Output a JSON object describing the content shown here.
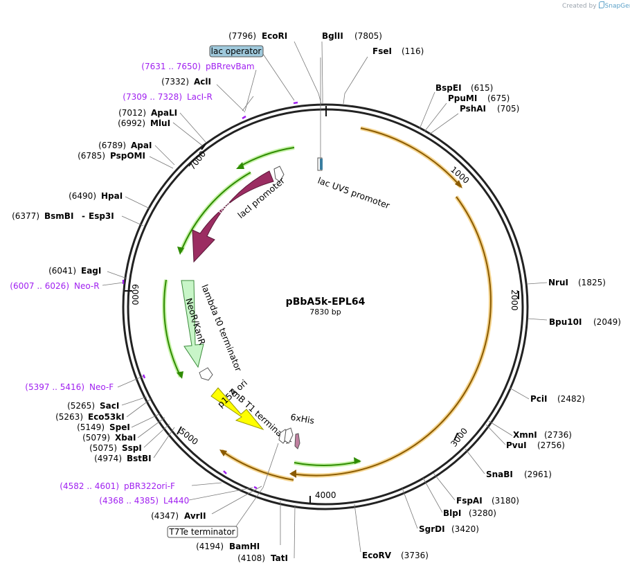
{
  "credit": {
    "prefix": "Created by",
    "brand": "SnapGene"
  },
  "plasmid": {
    "name": "pBbA5k-EPL64",
    "length_label": "7830 bp"
  },
  "ticks": [
    "1000",
    "2000",
    "3000",
    "4000",
    "5000",
    "6000",
    "7000"
  ],
  "features": {
    "lacI": "lacI",
    "lacI_promoter": "lacI promoter",
    "lacUV5_promoter": "lac UV5 promoter",
    "neoR": "NeoR/KanR",
    "lambda_t0": "lambda t0 terminator",
    "rrnB_T1": "rrnB T1 terminator",
    "p15A_ori": "p15A ori",
    "his6": "6xHis"
  },
  "boxed_labels": {
    "lac_operator": "lac operator",
    "t7te_terminator": "T7Te terminator"
  },
  "sites": {
    "ecori": {
      "name": "EcoRI",
      "pos": "(7796)"
    },
    "bglii": {
      "name": "BglII",
      "pos": "(7805)"
    },
    "fsei": {
      "name": "FseI",
      "pos": "(116)"
    },
    "acli": {
      "name": "AclI",
      "pos": "(7332)"
    },
    "apali": {
      "name": "ApaLI",
      "pos": "(7012)"
    },
    "mlui": {
      "name": "MluI",
      "pos": "(6992)"
    },
    "apai": {
      "name": "ApaI",
      "pos": "(6789)"
    },
    "pspomi": {
      "name": "PspOMI",
      "pos": "(6785)"
    },
    "hpai": {
      "name": "HpaI",
      "pos": "(6490)"
    },
    "bsmbi": {
      "name": "BsmBI",
      "pos": "(6377)",
      "extra": "Esp3I"
    },
    "eagi": {
      "name": "EagI",
      "pos": "(6041)"
    },
    "bspei": {
      "name": "BspEI",
      "pos": "(615)"
    },
    "ppumi": {
      "name": "PpuMI",
      "pos": "(675)"
    },
    "pshai": {
      "name": "PshAI",
      "pos": "(705)"
    },
    "nrui": {
      "name": "NruI",
      "pos": "(1825)"
    },
    "bpu10i": {
      "name": "Bpu10I",
      "pos": "(2049)"
    },
    "pcii": {
      "name": "PciI",
      "pos": "(2482)"
    },
    "xmni": {
      "name": "XmnI",
      "pos": "(2736)"
    },
    "pvui": {
      "name": "PvuI",
      "pos": "(2756)"
    },
    "snabi": {
      "name": "SnaBI",
      "pos": "(2961)"
    },
    "fspai": {
      "name": "FspAI",
      "pos": "(3180)"
    },
    "blpi": {
      "name": "BlpI",
      "pos": "(3280)"
    },
    "sgrdi": {
      "name": "SgrDI",
      "pos": "(3420)"
    },
    "ecorv": {
      "name": "EcoRV",
      "pos": "(3736)"
    },
    "tati": {
      "name": "TatI",
      "pos": "(4108)"
    },
    "bamhi": {
      "name": "BamHI",
      "pos": "(4194)"
    },
    "avrii": {
      "name": "AvrII",
      "pos": "(4347)"
    },
    "saci": {
      "name": "SacI",
      "pos": "(5265)"
    },
    "eco53ki": {
      "name": "Eco53kI",
      "pos": "(5263)"
    },
    "spei": {
      "name": "SpeI",
      "pos": "(5149)"
    },
    "xbai": {
      "name": "XbaI",
      "pos": "(5079)"
    },
    "sspi": {
      "name": "SspI",
      "pos": "(5075)"
    },
    "bstbi": {
      "name": "BstBI",
      "pos": "(4974)"
    }
  },
  "primers": {
    "pbrrevbam": {
      "range": "(7631 .. 7650)",
      "name": "pBRrevBam"
    },
    "laci_r": {
      "range": "(7309 .. 7328)",
      "name": "LacI-R"
    },
    "neo_r": {
      "range": "(6007 .. 6026)",
      "name": "Neo-R"
    },
    "neo_f": {
      "range": "(5397 .. 5416)",
      "name": "Neo-F"
    },
    "pbr322ori_f": {
      "range": "(4582 .. 4601)",
      "name": "pBR322ori-F"
    },
    "l4440": {
      "range": "(4368 .. 4385)",
      "name": "L4440"
    }
  },
  "colors": {
    "backbone": "#222222",
    "orange_feature": "#e8a020",
    "green_feature": "#2e8b00",
    "lacI": "#9b2d62",
    "neoR": "#c8f5c8",
    "p15A_ori": "#ffff00",
    "primer": "#a020f0",
    "lac_operator_box": "#9fc9dc"
  }
}
